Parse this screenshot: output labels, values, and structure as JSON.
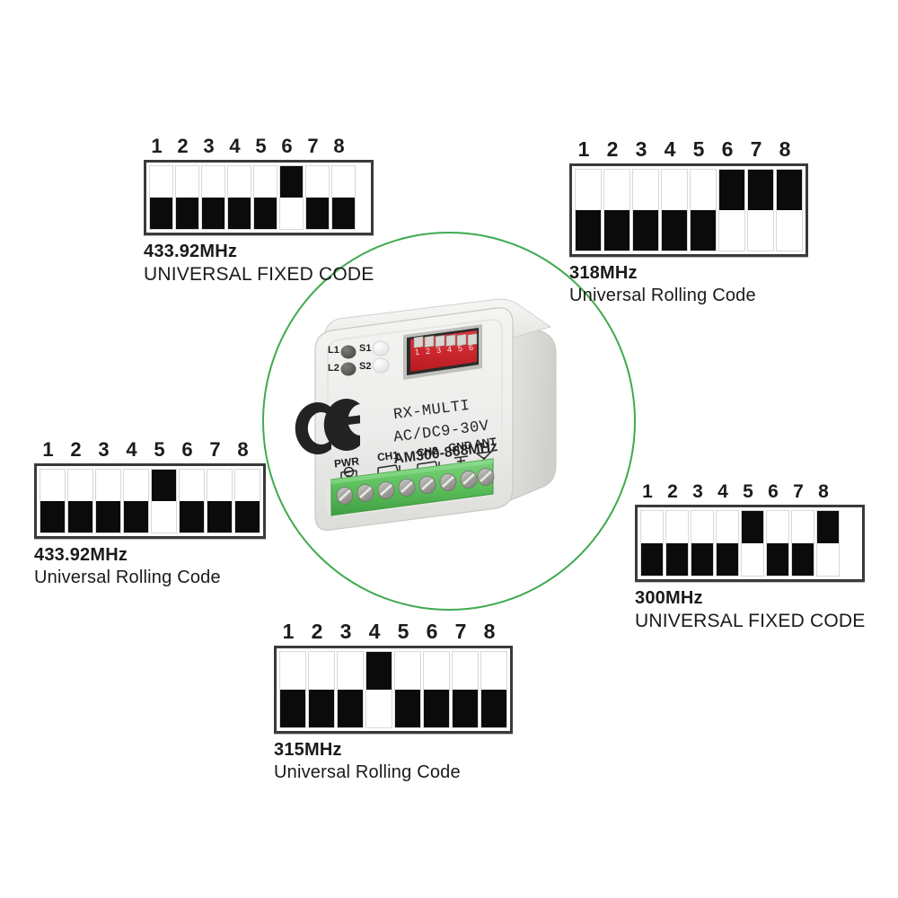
{
  "page": {
    "background": "#ffffff",
    "highlight_ring_color": "#3faa4e"
  },
  "device": {
    "name": "RX-MULTI",
    "model_line": "RX-MULTI",
    "voltage_line": "AC/DC9-30V",
    "frequency_line": "AM300-868MHz",
    "ce_mark": "CE",
    "led_labels": [
      "L1",
      "L2"
    ],
    "button_labels": [
      "S1",
      "S2"
    ],
    "terminal_labels": [
      "PWR",
      "CH1",
      "CH2",
      "GND",
      "ANT"
    ],
    "terminal_screw_count": 8,
    "onboard_dip_numbers": [
      "1",
      "2",
      "3",
      "4",
      "5",
      "6"
    ],
    "colors": {
      "case": "#ececea",
      "case_shadow": "#c9c9c6",
      "terminal_block": "#63c463",
      "dip_switch_red": "#d0222a"
    }
  },
  "switch_diagrams": [
    {
      "id": "dip-433-fixed",
      "frequency": "433.92MHz",
      "mode": "UNIVERSAL FIXED CODE",
      "numbers": [
        "1",
        "2",
        "3",
        "4",
        "5",
        "6",
        "7",
        "8"
      ],
      "positions": [
        "down",
        "down",
        "down",
        "down",
        "down",
        "up",
        "down",
        "down"
      ]
    },
    {
      "id": "dip-318-rolling",
      "frequency": "318MHz",
      "mode": "Universal Rolling Code",
      "numbers": [
        "1",
        "2",
        "3",
        "4",
        "5",
        "6",
        "7",
        "8"
      ],
      "positions": [
        "down",
        "down",
        "down",
        "down",
        "down",
        "up",
        "up",
        "up"
      ]
    },
    {
      "id": "dip-433-rolling",
      "frequency": "433.92MHz",
      "mode": "Universal Rolling Code",
      "numbers": [
        "1",
        "2",
        "3",
        "4",
        "5",
        "6",
        "7",
        "8"
      ],
      "positions": [
        "down",
        "down",
        "down",
        "down",
        "up",
        "down",
        "down",
        "down"
      ]
    },
    {
      "id": "dip-300-fixed",
      "frequency": "300MHz",
      "mode": "UNIVERSAL FIXED CODE",
      "numbers": [
        "1",
        "2",
        "3",
        "4",
        "5",
        "6",
        "7",
        "8"
      ],
      "positions": [
        "down",
        "down",
        "down",
        "down",
        "up",
        "down",
        "down",
        "up"
      ]
    },
    {
      "id": "dip-315-rolling",
      "frequency": "315MHz",
      "mode": "Universal Rolling Code",
      "numbers": [
        "1",
        "2",
        "3",
        "4",
        "5",
        "6",
        "7",
        "8"
      ],
      "positions": [
        "down",
        "down",
        "down",
        "up",
        "down",
        "down",
        "down",
        "down"
      ]
    }
  ]
}
